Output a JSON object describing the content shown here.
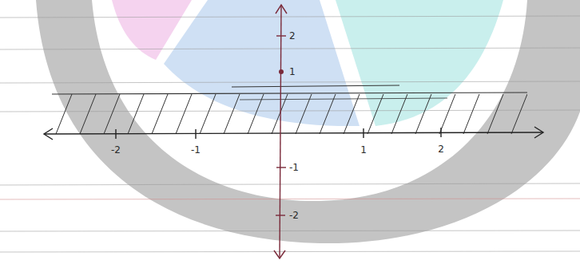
{
  "diagram": {
    "labels": [
      "2",
      "1",
      "-1",
      "-2",
      "-2",
      "-1",
      "1",
      "2"
    ]
  }
}
